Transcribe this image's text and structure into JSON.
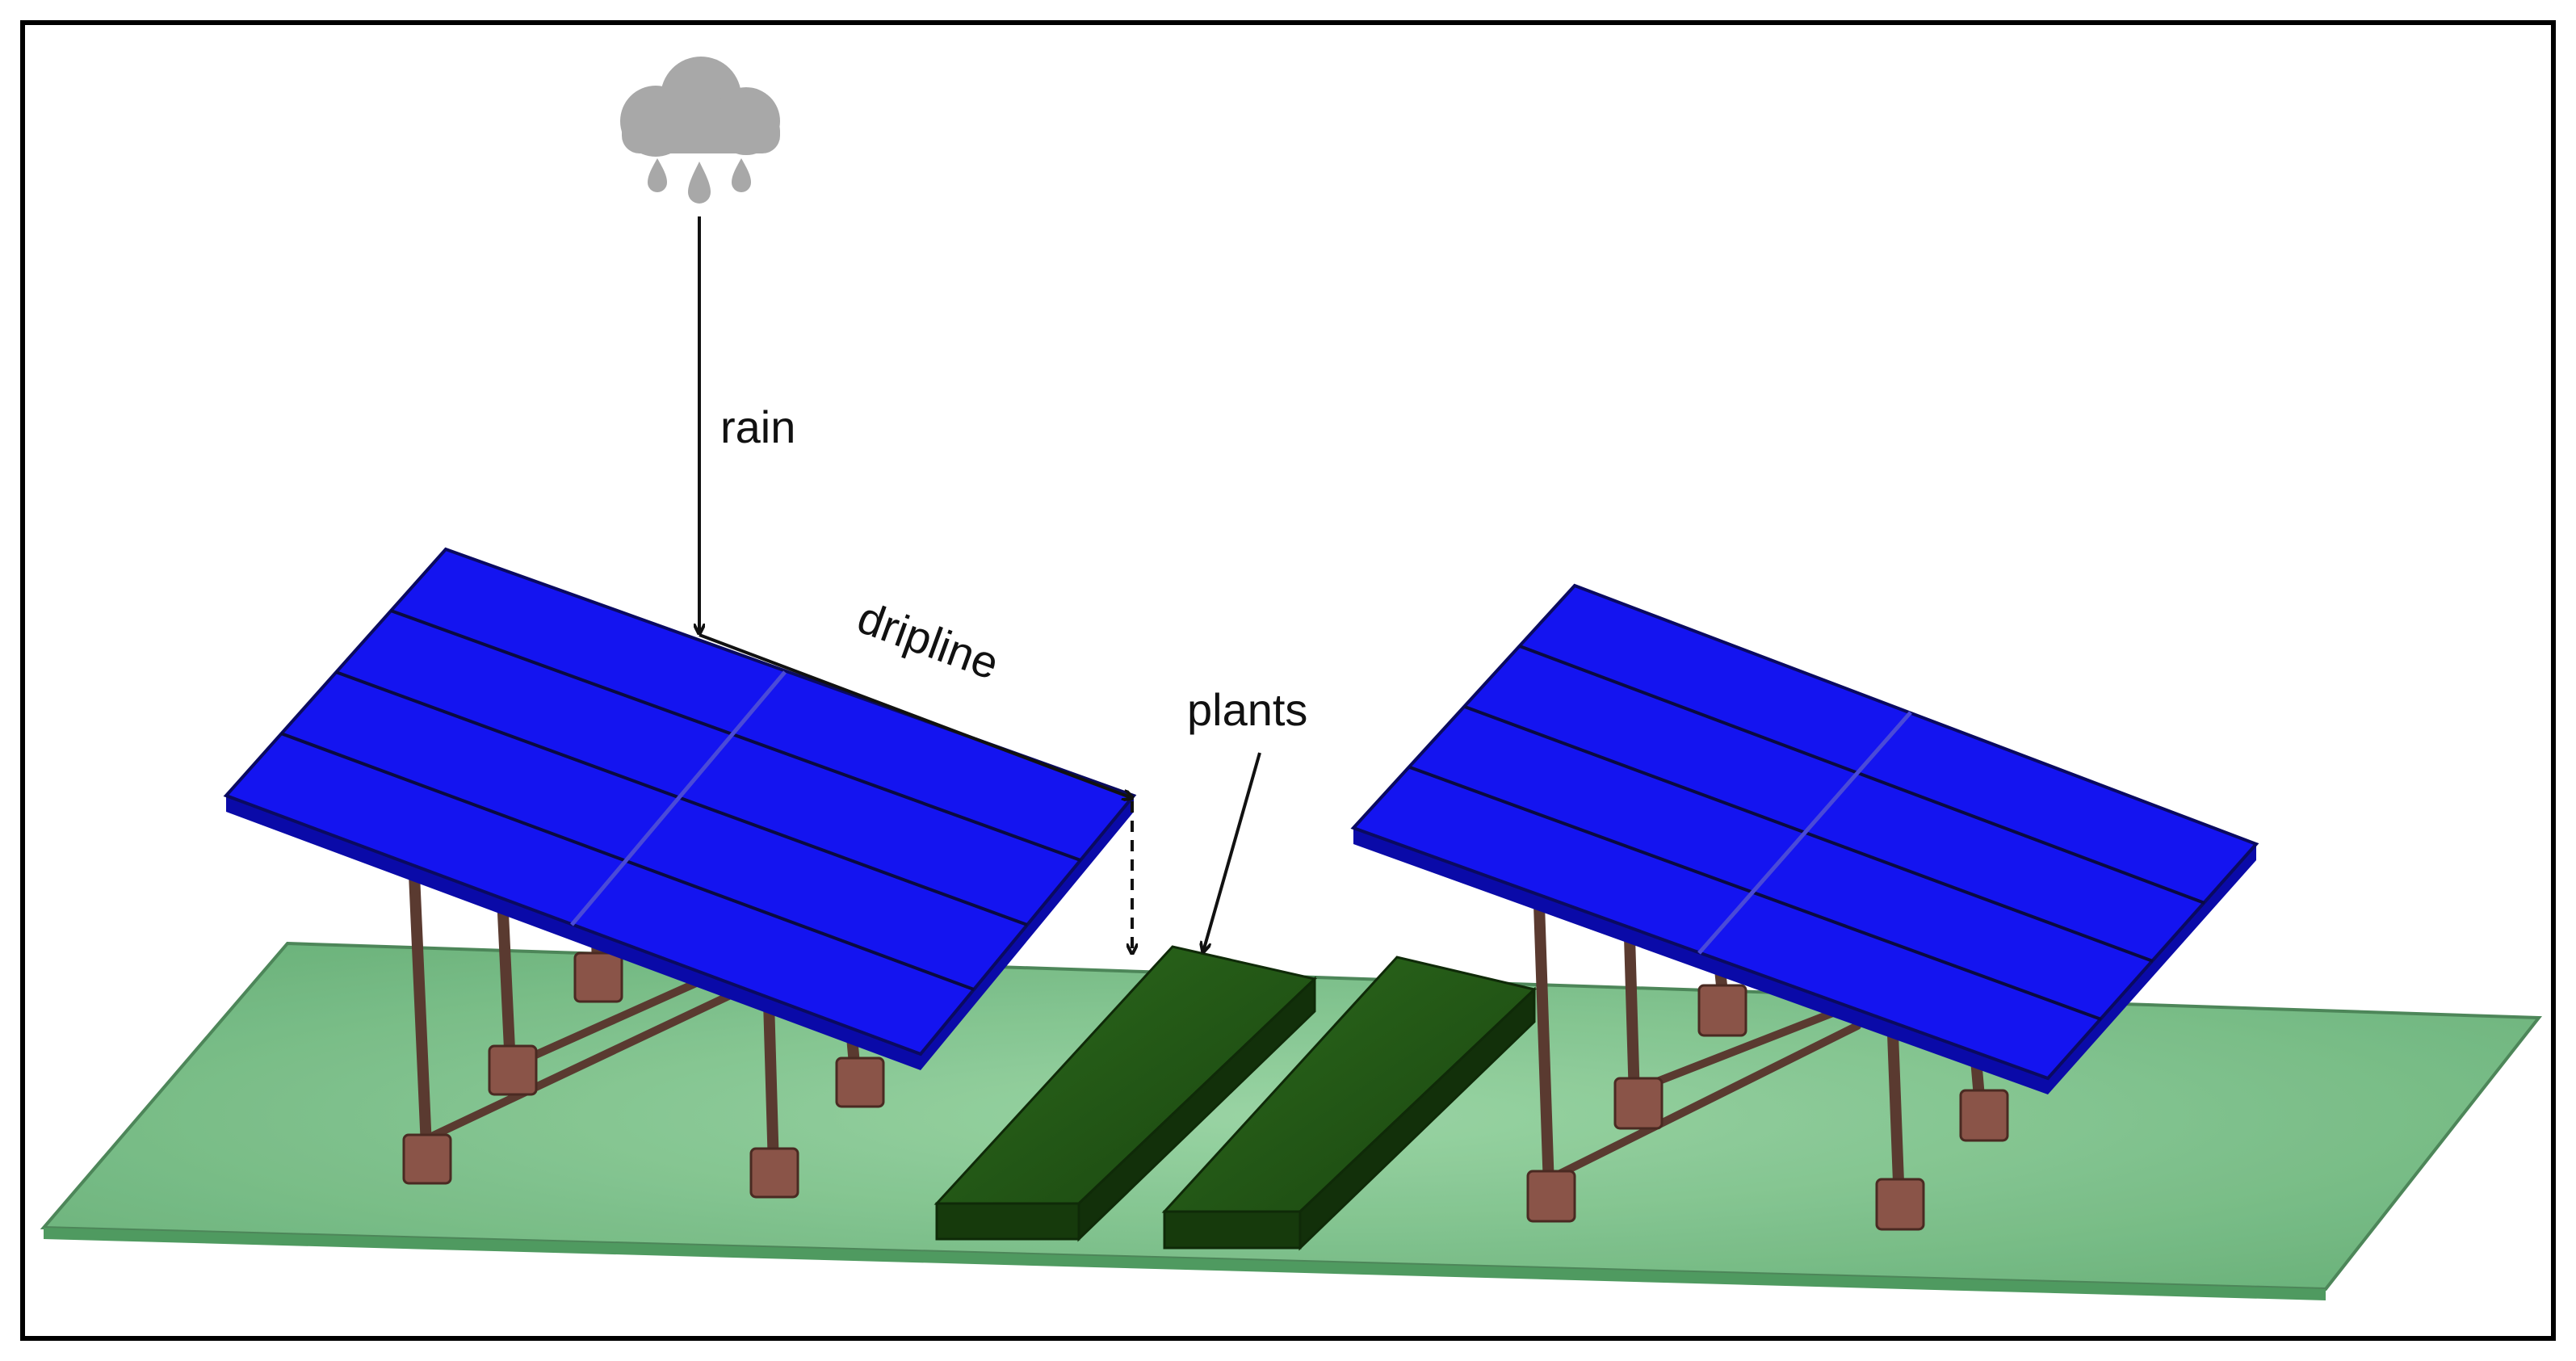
{
  "labels": {
    "rain": "rain",
    "dripline": "dripline",
    "plants": "plants"
  },
  "icons": {
    "rain_cloud": "rain-cloud-icon"
  },
  "colors": {
    "panel_blue": "#1414f0",
    "panel_edge": "#0a0aa8",
    "ground_green": "#9fd5a6",
    "plant_green": "#1e4d12",
    "footing_brown": "#8a5448",
    "post_brown": "#5a3a30",
    "cloud_gray": "#a8a8a8"
  }
}
